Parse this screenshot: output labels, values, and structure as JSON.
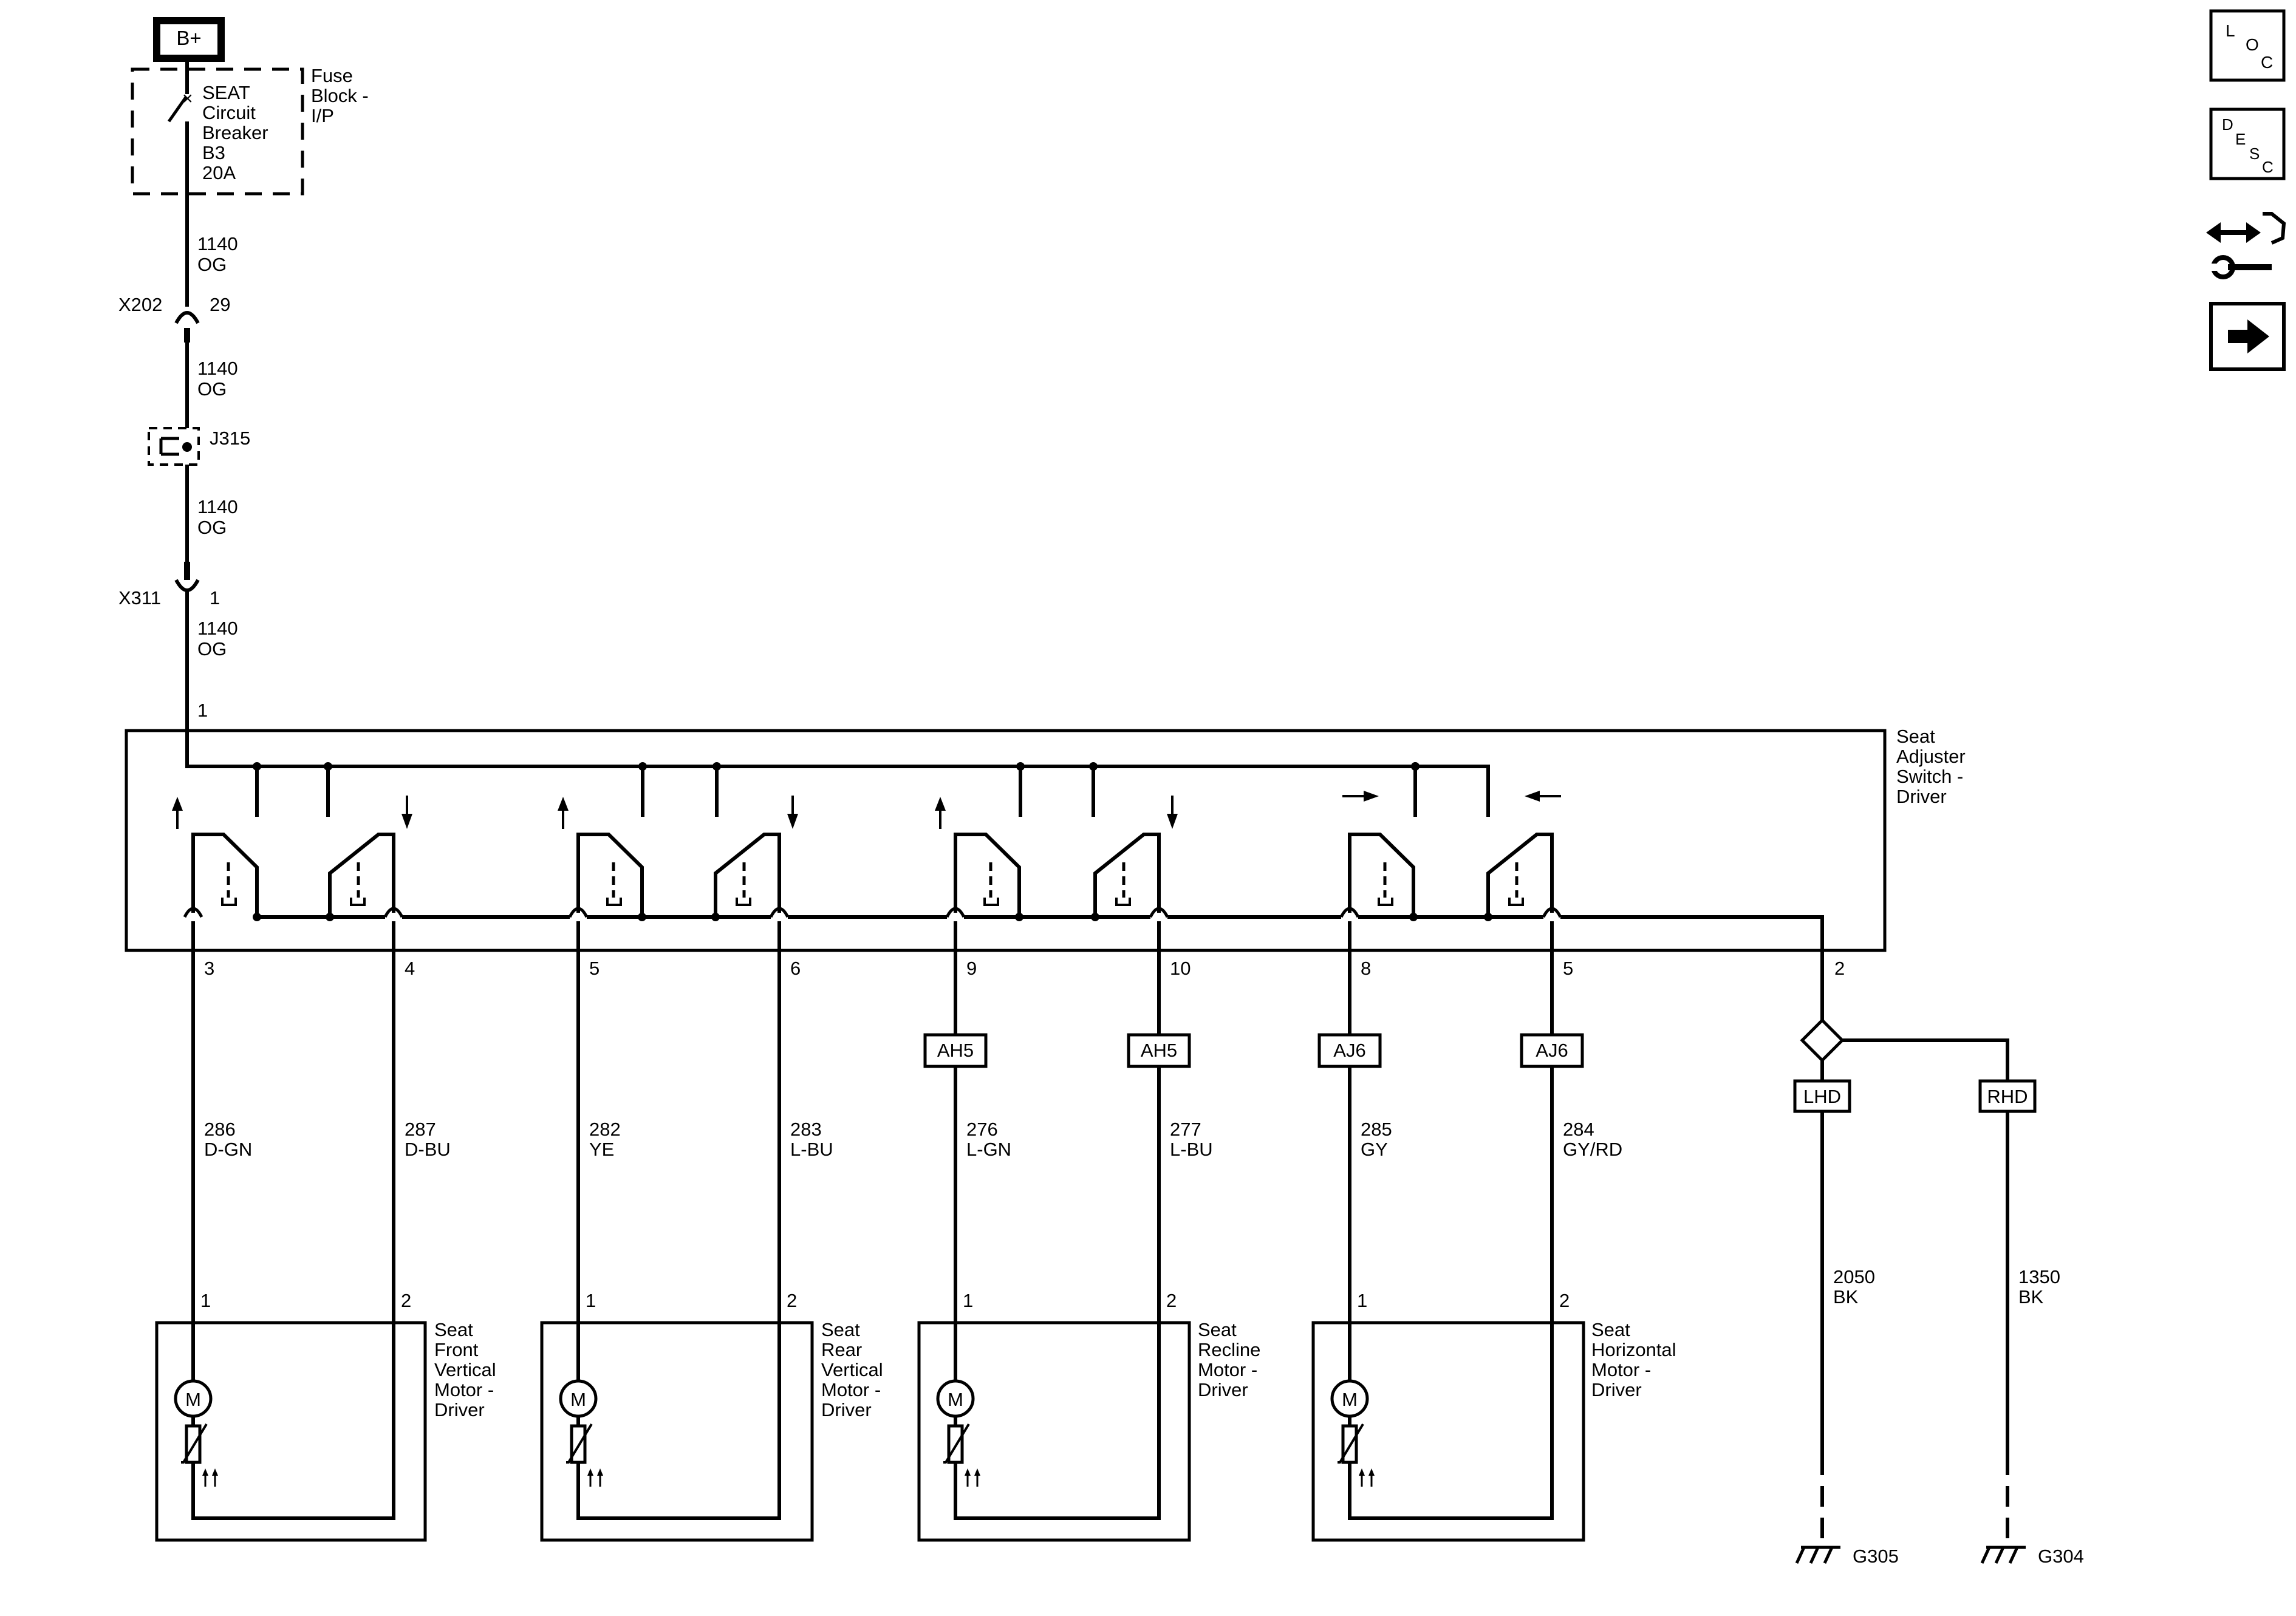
{
  "power": {
    "source": "B+",
    "breaker": [
      "SEAT",
      "Circuit",
      "Breaker",
      "B3",
      "20A"
    ],
    "fuse_block": [
      "Fuse",
      "Block -",
      "I/P"
    ]
  },
  "feed": {
    "wire_1": [
      "1140",
      "OG"
    ],
    "wire_2": [
      "1140",
      "OG"
    ],
    "wire_3": [
      "1140",
      "OG"
    ],
    "wire_4": [
      "1140",
      "OG"
    ],
    "x202": "X202",
    "x202_pin": "29",
    "j315": "J315",
    "x311": "X311",
    "x311_pin": "1",
    "switch_pin_in": "1"
  },
  "switch": {
    "name": [
      "Seat",
      "Adjuster",
      "Switch -",
      "Driver"
    ],
    "ground_pin": "2",
    "out_pins": [
      "3",
      "4",
      "5",
      "6",
      "9",
      "10",
      "8",
      "5"
    ]
  },
  "inline_connectors": [
    "AH5",
    "AH5",
    "AJ6",
    "AJ6"
  ],
  "wires": [
    [
      "286",
      "D-GN"
    ],
    [
      "287",
      "D-BU"
    ],
    [
      "282",
      "YE"
    ],
    [
      "283",
      "L-BU"
    ],
    [
      "276",
      "L-GN"
    ],
    [
      "277",
      "L-BU"
    ],
    [
      "285",
      "GY"
    ],
    [
      "284",
      "GY/RD"
    ]
  ],
  "motors": [
    {
      "name": [
        "Seat",
        "Front",
        "Vertical",
        "Motor -",
        "Driver"
      ],
      "pin1": "1",
      "pin2": "2",
      "symbol": "M"
    },
    {
      "name": [
        "Seat",
        "Rear",
        "Vertical",
        "Motor -",
        "Driver"
      ],
      "pin1": "1",
      "pin2": "2",
      "symbol": "M"
    },
    {
      "name": [
        "Seat",
        "Recline",
        "Motor -",
        "Driver"
      ],
      "pin1": "1",
      "pin2": "2",
      "symbol": "M"
    },
    {
      "name": [
        "Seat",
        "Horizontal",
        "Motor -",
        "Driver"
      ],
      "pin1": "1",
      "pin2": "2",
      "symbol": "M"
    }
  ],
  "grounds": {
    "lhd": "LHD",
    "rhd": "RHD",
    "wire_lhd": [
      "2050",
      "BK"
    ],
    "wire_rhd": [
      "1350",
      "BK"
    ],
    "g_lhd": "G305",
    "g_rhd": "G304"
  },
  "nav": {
    "loc": [
      "L",
      "O",
      "C"
    ],
    "desc": [
      "D",
      "E",
      "S",
      "C"
    ],
    "connector_icon": "connector-wrench-icon",
    "next_icon": "arrow-right-icon"
  }
}
